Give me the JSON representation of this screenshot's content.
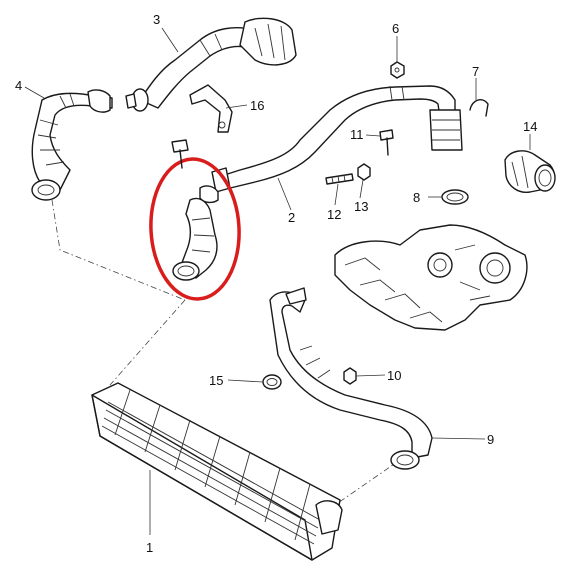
{
  "diagram": {
    "callouts": [
      "1",
      "2",
      "3",
      "4",
      "6",
      "7",
      "8",
      "9",
      "10",
      "11",
      "12",
      "13",
      "14",
      "15",
      "16"
    ],
    "highlight_color": "#d91c1c"
  }
}
